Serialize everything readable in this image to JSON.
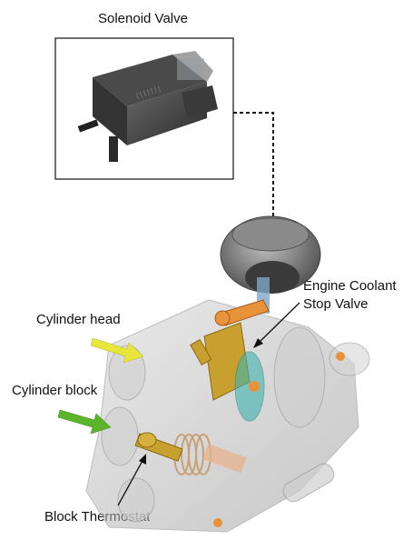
{
  "labels": {
    "solenoid_valve": "Solenoid Valve",
    "coolant_valve_line1": "Engine Coolant",
    "coolant_valve_line2": "Stop Valve",
    "cylinder_head": "Cylinder head",
    "cylinder_block": "Cylinder block",
    "block_thermostat": "Block Thermostat"
  },
  "colors": {
    "cylinder_head_arrow": "#e8e63a",
    "cylinder_block_arrow": "#5ab52a",
    "valve_orange": "#e8923a",
    "brass": "#c8a030",
    "teal_part": "#3fb3b0"
  }
}
